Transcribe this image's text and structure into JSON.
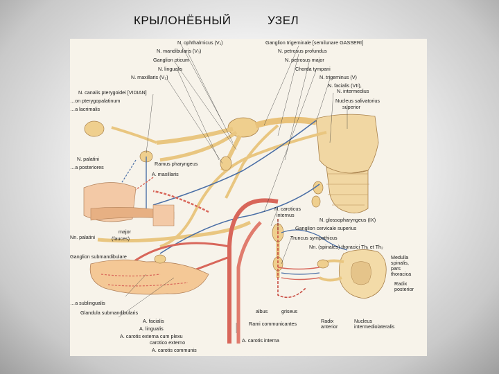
{
  "title": {
    "left": "КРЫЛОНЁБНЫЙ",
    "right": "УЗЕЛ"
  },
  "labels": {
    "n_ophthalmicus": "N. ophthalmicus (V₁)",
    "n_mandibularis": "N. mandibularis (V₃)",
    "ganglion_oticum": "Ganglion oticum",
    "n_lingualis": "N. lingualis",
    "n_maxillaris": "N. maxillaris (V₂)",
    "n_canalis": "N. canalis pterygoidei [VIDIAN]",
    "ganglion_ptery": "…on pterygopalatinum",
    "gl_lacrimalis": "…a lacrimalis",
    "n_palatini": "N. palatini",
    "n_posteriores": "…a posteriores",
    "ramus_pharyngeus": "Ramus pharyngeus",
    "a_maxillaris": "A. maxillaris",
    "ganglion_trigeminale": "Ganglion trigeminale [semilunare GASSERI]",
    "n_petrosus_profundus": "N. petrosus profundus",
    "n_petrosus_major": "N. petrosus major",
    "chorda_tympani": "Chorda tympani",
    "n_trigeminus": "N. trigeminus (V)",
    "n_facialis": "N. facialis (VII),",
    "n_intermedius": "N. intermedius",
    "nucleus_salivatorius": "Nucleus salivatorius",
    "superior": "superior",
    "n_caroticus": "N. caroticus",
    "internus": "internus",
    "n_glossopharyngeus": "N. glossopharyngeus (IX)",
    "ganglion_cervicale": "Ganglion cervicale superius",
    "truncus_sympathicus": "Truncus sympathicus",
    "nn_spinales": "Nn. (spinales) thoracici Th₁ et Th₂",
    "medulla_spinalis": "Medulla",
    "spinalis": "spinalis,",
    "pars": "pars",
    "thoracica": "thoracica",
    "radix_posterior": "Radix",
    "posterior": "posterior",
    "radix_anterior": "Radix",
    "anterior": "anterior",
    "nucleus_intermedio": "Nucleus",
    "intermediolateralis": "intermediolateralis",
    "ganglion_sub": "Ganglion submandibulare",
    "n_major": "major",
    "fauces": "(fauces)",
    "n_palatini2": "Nn. palatini",
    "n_sublingualis": "…a sublingualis",
    "glandula_sub": "Glandula submandibularis",
    "a_facialis": "A. facialis",
    "a_lingualis": "A. lingualis",
    "a_carotis_externa": "A. carotis externa cum plexu",
    "caroticus_externo": "carotico externo",
    "a_carotis_interna": "A. carotis interna",
    "a_carotis_communis": "A. carotis communis",
    "rami_communicantes": "Rami communicantes",
    "albus": "albus",
    "griseus": "griseus"
  }
}
